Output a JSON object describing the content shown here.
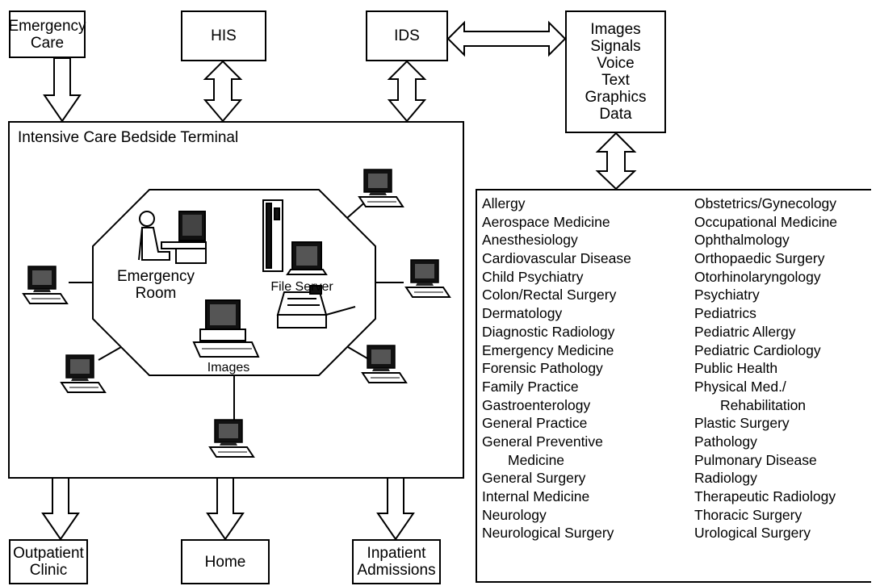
{
  "nodes": {
    "emergency_care": [
      "Emergency",
      "Care"
    ],
    "his": "HIS",
    "ids": "IDS",
    "media": [
      "Images",
      "Signals",
      "Voice",
      "Text",
      "Graphics",
      "Data"
    ],
    "outpatient": [
      "Outpatient",
      "Clinic"
    ],
    "home": "Home",
    "inpatient": [
      "Inpatient",
      "Admissions"
    ]
  },
  "terminal": {
    "title": "Intensive Care Bedside Terminal",
    "emergency_room": [
      "Emergency",
      "Room"
    ],
    "file_server": "File Server",
    "images": "Images"
  },
  "specialties": {
    "left": [
      {
        "text": "Allergy"
      },
      {
        "text": "Aerospace Medicine"
      },
      {
        "text": "Anesthesiology"
      },
      {
        "text": "Cardiovascular Disease"
      },
      {
        "text": "Child Psychiatry"
      },
      {
        "text": "Colon/Rectal Surgery"
      },
      {
        "text": "Dermatology"
      },
      {
        "text": "Diagnostic Radiology"
      },
      {
        "text": "Emergency Medicine"
      },
      {
        "text": "Forensic Pathology"
      },
      {
        "text": "Family Practice"
      },
      {
        "text": "Gastroenterology"
      },
      {
        "text": "General Practice"
      },
      {
        "text": "General Preventive"
      },
      {
        "text": "Medicine",
        "indent": true
      },
      {
        "text": "General Surgery"
      },
      {
        "text": "Internal Medicine"
      },
      {
        "text": "Neurology"
      },
      {
        "text": "Neurological Surgery"
      }
    ],
    "right": [
      {
        "text": "Obstetrics/Gynecology"
      },
      {
        "text": "Occupational Medicine"
      },
      {
        "text": "Ophthalmology"
      },
      {
        "text": "Orthopaedic Surgery"
      },
      {
        "text": "Otorhinolaryngology"
      },
      {
        "text": "Psychiatry"
      },
      {
        "text": "Pediatrics"
      },
      {
        "text": "Pediatric Allergy"
      },
      {
        "text": "Pediatric Cardiology"
      },
      {
        "text": "Public Health"
      },
      {
        "text": "Physical Med./"
      },
      {
        "text": "Rehabilitation",
        "indent": true
      },
      {
        "text": "Plastic Surgery"
      },
      {
        "text": "Pathology"
      },
      {
        "text": "Pulmonary Disease"
      },
      {
        "text": "Radiology"
      },
      {
        "text": "Therapeutic Radiology"
      },
      {
        "text": "Thoracic Surgery"
      },
      {
        "text": "Urological Surgery"
      }
    ]
  }
}
